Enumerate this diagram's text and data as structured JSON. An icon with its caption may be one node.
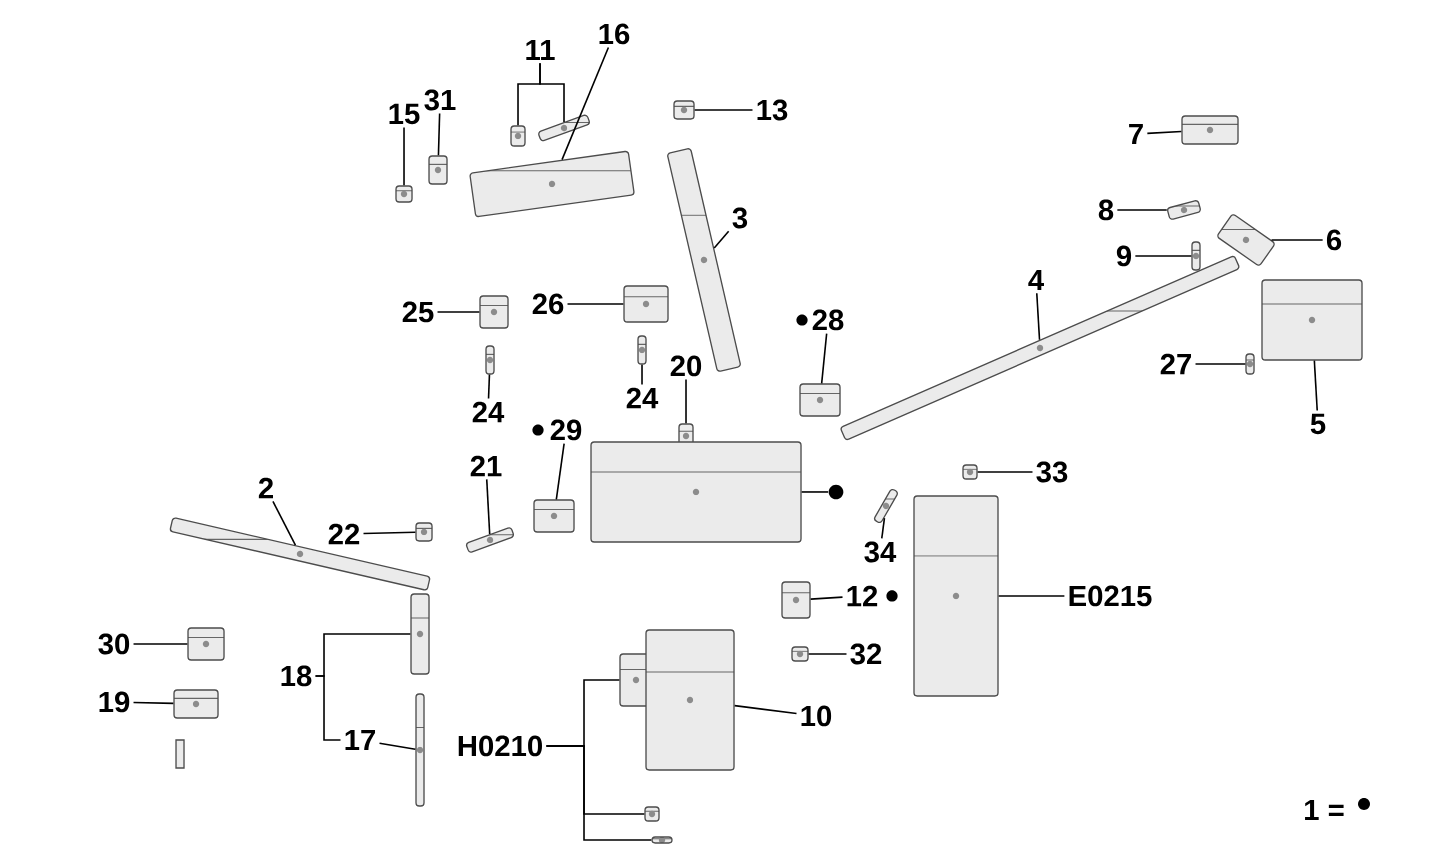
{
  "diagram": {
    "nodes": [
      {
        "text": [
          "11"
        ]
      },
      {
        "text": [
          "16"
        ]
      },
      {
        "text": [
          "15"
        ]
      },
      {
        "text": [
          "31"
        ]
      },
      {
        "text": [
          "13"
        ]
      },
      {
        "text": [
          "7"
        ]
      },
      {
        "text": [
          "3"
        ]
      },
      {
        "text": [
          "8"
        ]
      },
      {
        "text": [
          "9"
        ]
      },
      {
        "text": [
          "6"
        ]
      },
      {
        "text": [
          "4"
        ]
      },
      {
        "text": [
          "25"
        ]
      },
      {
        "text": [
          "26"
        ]
      },
      {
        "text": [
          "28"
        ]
      },
      {
        "text": [
          "20"
        ]
      },
      {
        "text": [
          "27"
        ]
      },
      {
        "text": [
          "24"
        ]
      },
      {
        "text": [
          "24"
        ]
      },
      {
        "text": [
          "5"
        ]
      },
      {
        "text": [
          "29"
        ]
      },
      {
        "text": [
          "2"
        ]
      },
      {
        "text": [
          "21"
        ]
      },
      {
        "text": [
          "33"
        ]
      },
      {
        "text": [
          "22"
        ]
      },
      {
        "text": [
          "34"
        ]
      },
      {
        "text": [
          "12"
        ]
      },
      {
        "text": [
          "E0215"
        ]
      },
      {
        "text": [
          "30"
        ]
      },
      {
        "text": [
          "32"
        ]
      },
      {
        "text": [
          "18"
        ]
      },
      {
        "text": [
          "19"
        ]
      },
      {
        "text": [
          "10"
        ]
      },
      {
        "text": [
          "H0210"
        ]
      },
      {
        "text": [
          "17"
        ]
      },
      {
        "text": [],
        "shape": "circle"
      },
      {
        "text": [],
        "shape": "picture"
      },
      {
        "text": [],
        "shape": "picture"
      },
      {
        "text": [],
        "shape": "picture"
      },
      {
        "text": [],
        "shape": "picture"
      },
      {
        "text": [],
        "shape": "picture"
      },
      {
        "text": [],
        "shape": "picture"
      },
      {
        "text": [],
        "shape": "picture"
      },
      {
        "text": [],
        "shape": "picture"
      },
      {
        "text": [],
        "shape": "picture"
      },
      {
        "text": [],
        "shape": "picture"
      },
      {
        "text": [],
        "shape": "picture"
      },
      {
        "text": [],
        "shape": "picture"
      },
      {
        "text": [],
        "shape": "picture"
      },
      {
        "text": [],
        "shape": "picture"
      },
      {
        "text": [],
        "shape": "picture"
      },
      {
        "text": [],
        "shape": "picture"
      },
      {
        "text": [],
        "shape": "picture"
      },
      {
        "text": [],
        "shape": "picture"
      },
      {
        "text": [],
        "shape": "picture"
      },
      {
        "text": [],
        "shape": "picture"
      },
      {
        "text": [],
        "shape": "picture"
      },
      {
        "text": [],
        "shape": "picture"
      },
      {
        "text": [],
        "shape": "picture"
      },
      {
        "text": [],
        "shape": "picture"
      },
      {
        "text": [],
        "shape": "picture"
      },
      {
        "text": [],
        "shape": "picture"
      },
      {
        "text": [],
        "shape": "picture"
      },
      {
        "text": [],
        "shape": "picture"
      },
      {
        "text": [],
        "shape": "picture"
      },
      {
        "text": [],
        "shape": "picture"
      },
      {
        "text": [],
        "shape": "picture"
      },
      {
        "text": [],
        "shape": "picture"
      },
      {
        "text": [],
        "shape": "picture"
      },
      {
        "text": [],
        "shape": "picture"
      },
      {
        "text": [],
        "shape": "picture"
      },
      {
        "text": [],
        "shape": "picture"
      },
      {
        "text": [],
        "shape": "picture"
      },
      {
        "text": [],
        "shape": "picture"
      }
    ],
    "edges": [
      {
        "from": 0,
        "to": 35,
        "arrow": "none"
      },
      {
        "from": 0,
        "to": 36,
        "arrow": "none"
      },
      {
        "from": 1,
        "to": 37,
        "arrow": "none"
      },
      {
        "from": 2,
        "to": 38,
        "arrow": "none"
      },
      {
        "from": 3,
        "to": 39,
        "arrow": "none"
      },
      {
        "from": 4,
        "to": 40,
        "arrow": "none"
      },
      {
        "from": 5,
        "to": 42,
        "arrow": "none"
      },
      {
        "from": 6,
        "to": 41,
        "arrow": "none"
      },
      {
        "from": 7,
        "to": 43,
        "arrow": "none"
      },
      {
        "from": 8,
        "to": 44,
        "arrow": "none"
      },
      {
        "from": 9,
        "to": 45,
        "arrow": "none"
      },
      {
        "from": 10,
        "to": 46,
        "arrow": "none"
      },
      {
        "from": 11,
        "to": 50,
        "arrow": "none"
      },
      {
        "from": 12,
        "to": 51,
        "arrow": "none"
      },
      {
        "from": 13,
        "to": 49,
        "arrow": "none"
      },
      {
        "from": 14,
        "to": 54,
        "arrow": "none"
      },
      {
        "from": 15,
        "to": 48,
        "arrow": "none"
      },
      {
        "from": 16,
        "to": 52,
        "arrow": "none"
      },
      {
        "from": 17,
        "to": 53,
        "arrow": "none"
      },
      {
        "from": 18,
        "to": 47,
        "arrow": "none"
      },
      {
        "from": 19,
        "to": 55,
        "arrow": "none"
      },
      {
        "from": 20,
        "to": 58,
        "arrow": "none"
      },
      {
        "from": 21,
        "to": 57,
        "arrow": "none"
      },
      {
        "from": 22,
        "to": 62,
        "arrow": "none"
      },
      {
        "from": 23,
        "to": 59,
        "arrow": "none"
      },
      {
        "from": 24,
        "to": 63,
        "arrow": "none"
      },
      {
        "from": 25,
        "to": 60,
        "arrow": "none"
      },
      {
        "from": 26,
        "to": 64,
        "arrow": "none"
      },
      {
        "from": 27,
        "to": 65,
        "arrow": "none"
      },
      {
        "from": 28,
        "to": 61,
        "arrow": "none"
      },
      {
        "from": 29,
        "to": 67,
        "arrow": "none"
      },
      {
        "from": 29,
        "to": 33,
        "arrow": "none"
      },
      {
        "from": 33,
        "to": 68,
        "arrow": "none"
      },
      {
        "from": 30,
        "to": 66,
        "arrow": "none"
      },
      {
        "from": 31,
        "to": 72,
        "arrow": "none"
      },
      {
        "from": 32,
        "to": 69,
        "arrow": "none"
      },
      {
        "from": 32,
        "to": 70,
        "arrow": "none"
      },
      {
        "from": 32,
        "to": 71,
        "arrow": "none"
      },
      {
        "from": 34,
        "to": 56,
        "arrow": "none"
      }
    ],
    "legend": [
      {
        "text": "1 ="
      }
    ]
  }
}
